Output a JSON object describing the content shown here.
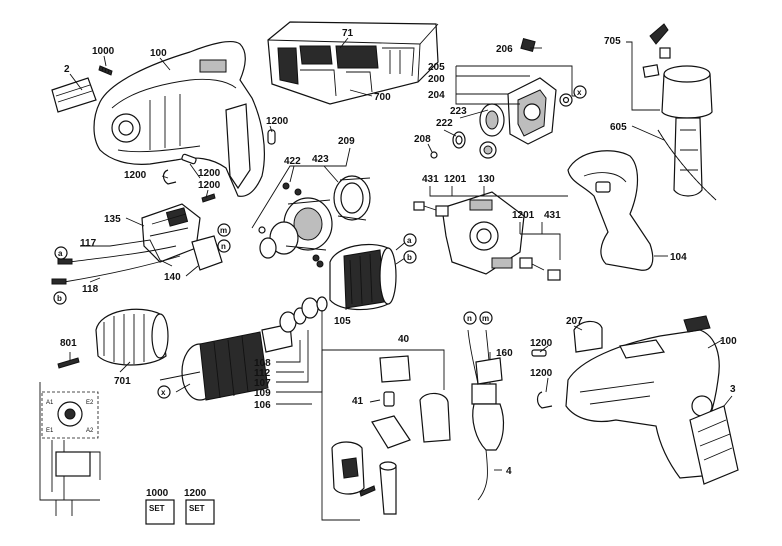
{
  "diagram": {
    "parts": [
      {
        "id": "p2",
        "label": "2"
      },
      {
        "id": "p1000",
        "label": "1000"
      },
      {
        "id": "p100a",
        "label": "100"
      },
      {
        "id": "p71",
        "label": "71"
      },
      {
        "id": "p700",
        "label": "700"
      },
      {
        "id": "p206",
        "label": "206"
      },
      {
        "id": "p705",
        "label": "705"
      },
      {
        "id": "p205",
        "label": "205"
      },
      {
        "id": "p200",
        "label": "200"
      },
      {
        "id": "p204",
        "label": "204"
      },
      {
        "id": "p223",
        "label": "223"
      },
      {
        "id": "p222",
        "label": "222"
      },
      {
        "id": "p208",
        "label": "208"
      },
      {
        "id": "p605",
        "label": "605"
      },
      {
        "id": "p1200a",
        "label": "1200"
      },
      {
        "id": "p209",
        "label": "209"
      },
      {
        "id": "p422",
        "label": "422"
      },
      {
        "id": "p423",
        "label": "423"
      },
      {
        "id": "p1200b",
        "label": "1200"
      },
      {
        "id": "p1200c",
        "label": "1200"
      },
      {
        "id": "p1200d",
        "label": "1200"
      },
      {
        "id": "p431a",
        "label": "431"
      },
      {
        "id": "p1201a",
        "label": "1201"
      },
      {
        "id": "p130",
        "label": "130"
      },
      {
        "id": "p1201b",
        "label": "1201"
      },
      {
        "id": "p431b",
        "label": "431"
      },
      {
        "id": "p104",
        "label": "104"
      },
      {
        "id": "p135",
        "label": "135"
      },
      {
        "id": "p117",
        "label": "117"
      },
      {
        "id": "p118",
        "label": "118"
      },
      {
        "id": "p140",
        "label": "140"
      },
      {
        "id": "p105",
        "label": "105"
      },
      {
        "id": "p801",
        "label": "801"
      },
      {
        "id": "p701",
        "label": "701"
      },
      {
        "id": "p108",
        "label": "108"
      },
      {
        "id": "p112",
        "label": "112"
      },
      {
        "id": "p107",
        "label": "107"
      },
      {
        "id": "p109",
        "label": "109"
      },
      {
        "id": "p106",
        "label": "106"
      },
      {
        "id": "p40",
        "label": "40"
      },
      {
        "id": "p41",
        "label": "41"
      },
      {
        "id": "p160",
        "label": "160"
      },
      {
        "id": "p4",
        "label": "4"
      },
      {
        "id": "p207",
        "label": "207"
      },
      {
        "id": "p100b",
        "label": "100"
      },
      {
        "id": "p1200e",
        "label": "1200"
      },
      {
        "id": "p1200f",
        "label": "1200"
      },
      {
        "id": "p3",
        "label": "3"
      }
    ],
    "markers": {
      "a": "a",
      "b": "b",
      "m": "m",
      "n": "n",
      "x": "x"
    },
    "sets": [
      {
        "number": "1000",
        "badge": "SET"
      },
      {
        "number": "1200",
        "badge": "SET"
      }
    ],
    "wiring_labels": {
      "a1": "A1",
      "e2": "E2",
      "e1": "E1",
      "a2": "A2"
    }
  }
}
